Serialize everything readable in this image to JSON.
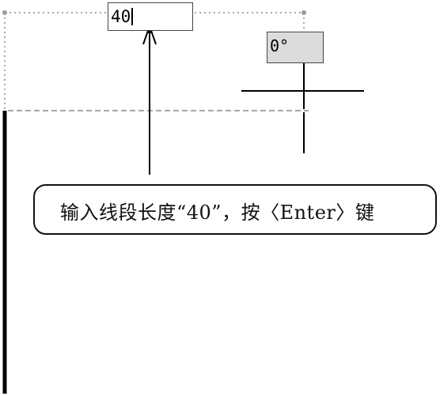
{
  "length_input": {
    "value": "40"
  },
  "angle_readout": {
    "value": "0°"
  },
  "callout": {
    "text": "输入线段长度“40”，按〈Enter〉键"
  },
  "colors": {
    "line": "#000000",
    "guide": "#888888",
    "angle_box": "#dcdcdc"
  }
}
